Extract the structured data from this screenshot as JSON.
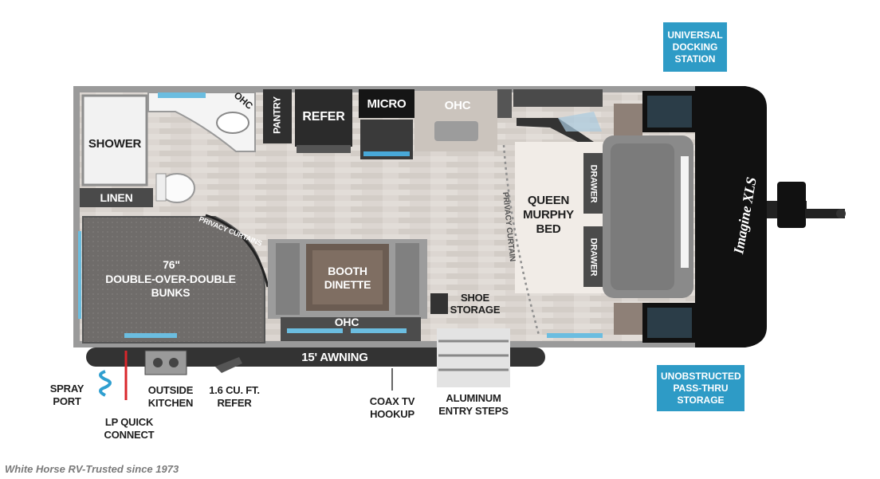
{
  "callouts": {
    "docking": "UNIVERSAL DOCKING STATION",
    "storage": "UNOBSTRUCTED PASS-THRU STORAGE"
  },
  "rooms": {
    "shower": "SHOWER",
    "linen": "LINEN",
    "ohc_bath": "OHC",
    "pantry": "PANTRY",
    "refer": "REFER",
    "micro": "MICRO",
    "ohc_kitchen": "OHC",
    "queen_bed": "QUEEN MURPHY BED",
    "drawer_top": "DRAWER",
    "drawer_bottom": "DRAWER",
    "privacy_curtain_bunk": "PRIVACY CURTAINS",
    "privacy_curtain_bed": "PRIVACY CURTAIN",
    "bunks_size": "76\"",
    "bunks": "DOUBLE-OVER-DOUBLE BUNKS",
    "dinette": "BOOTH DINETTE",
    "ohc_dinette": "OHC",
    "shoe_storage": "SHOE STORAGE"
  },
  "exterior": {
    "awning": "15' AWNING",
    "spray_port": "SPRAY PORT",
    "lp_quick_connect": "LP QUICK CONNECT",
    "outside_kitchen": "OUTSIDE KITCHEN",
    "outside_refer": "1.6 CU. FT. REFER",
    "coax": "COAX TV HOOKUP",
    "entry_steps": "ALUMINUM ENTRY STEPS"
  },
  "brand": {
    "logo": "Imagine XLS"
  },
  "watermark": "White Horse RV-Trusted since 1973",
  "colors": {
    "callout": "#2e9bc6",
    "wall": "#6f6f6f",
    "floor": "#d9d4cf",
    "dark": "#2b2b2b",
    "front_cap": "#111111",
    "bed_gray": "#8a8a8a"
  }
}
